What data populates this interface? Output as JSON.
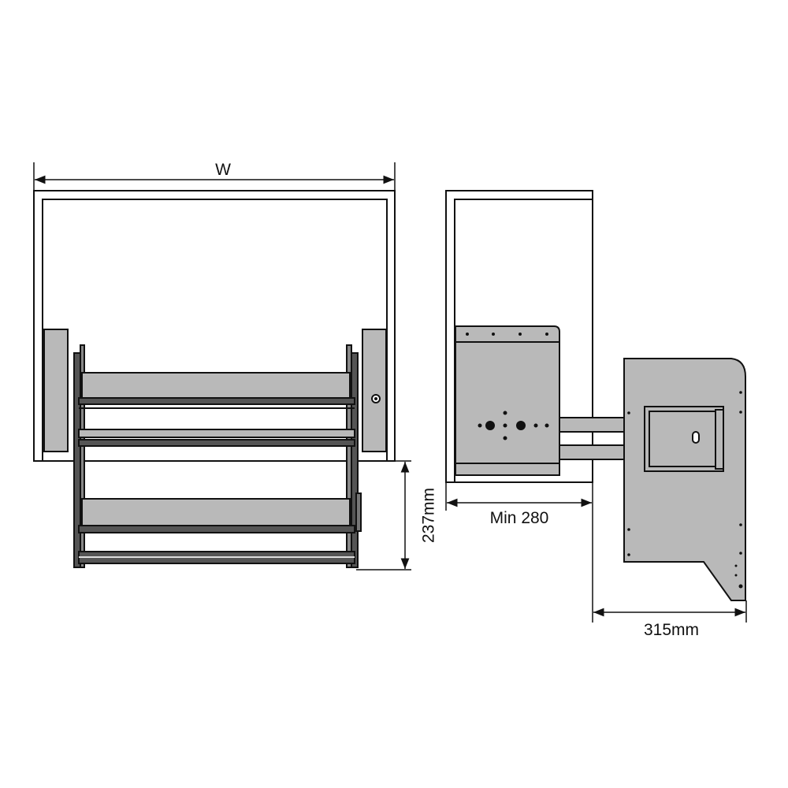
{
  "dimensions": {
    "width_label": "W",
    "height_label": "237mm",
    "min_depth_label": "Min 280",
    "extension_label": "315mm"
  },
  "colors": {
    "line": "#111111",
    "part_fill": "#b9b9b9",
    "background": "#ffffff"
  }
}
